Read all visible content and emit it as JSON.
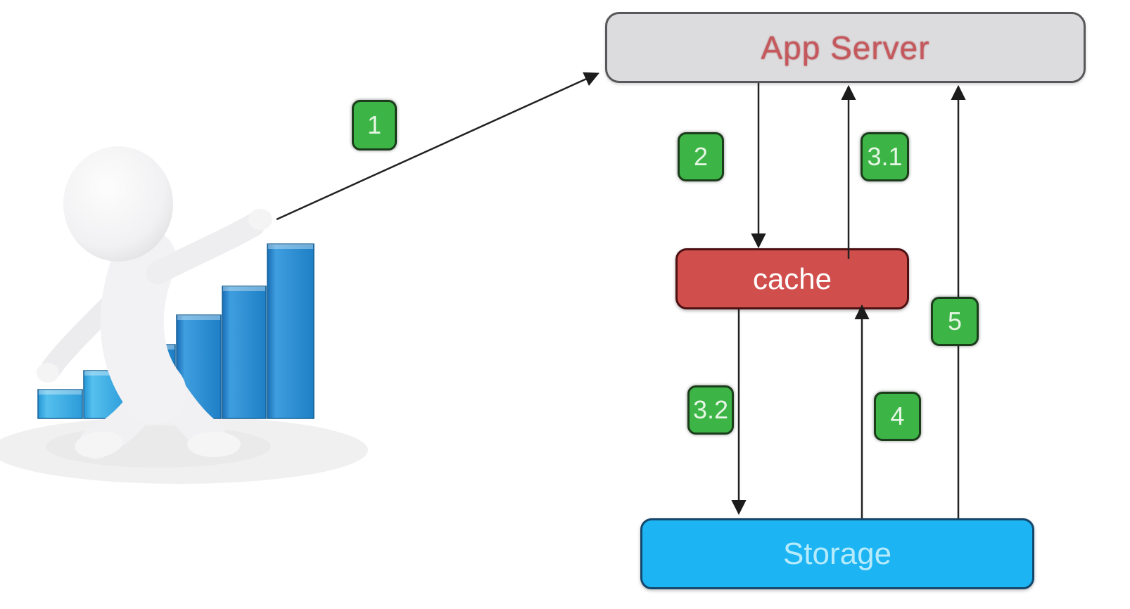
{
  "app": {
    "type": "caching-architecture-diagram",
    "background_color": "#ffffff"
  },
  "diagram": {
    "nodes": [
      {
        "id": "app-server",
        "label": "App Server",
        "fill": "#dcdcde",
        "border": "#58585a",
        "text_color": "#c4585c"
      },
      {
        "id": "cache",
        "label": "cache",
        "fill": "#d04f4c",
        "border": "#4d1113",
        "text_color": "#ffffff"
      },
      {
        "id": "storage",
        "label": "Storage",
        "fill": "#1cb4f2",
        "border": "#14476b",
        "text_color": "#b5ebfc"
      }
    ],
    "edges": [
      {
        "label": "1",
        "from": "presenter-figure",
        "to": "app-server",
        "direction": "diagonal-up-right"
      },
      {
        "label": "2",
        "from": "app-server",
        "to": "cache",
        "direction": "down"
      },
      {
        "label": "3.1",
        "from": "cache",
        "to": "app-server",
        "direction": "up"
      },
      {
        "label": "3.2",
        "from": "cache",
        "to": "storage",
        "direction": "down"
      },
      {
        "label": "4",
        "from": "storage",
        "to": "cache",
        "direction": "up"
      },
      {
        "label": "5",
        "from": "storage",
        "to": "app-server",
        "direction": "up"
      }
    ],
    "badge_style": {
      "fill": "#3cb446",
      "border": "#1b3d1b",
      "text_color": "#e6f6e4"
    },
    "arrow_color": "#222222"
  },
  "illustration": {
    "description": "White 3D clipart figure pointing up-right toward App Server, standing in front of an ascending blue 3D bar chart",
    "bar_color_large": "#2287cd",
    "bar_color_small": "#35a9e4",
    "figure_color": "#f2f2f4"
  }
}
